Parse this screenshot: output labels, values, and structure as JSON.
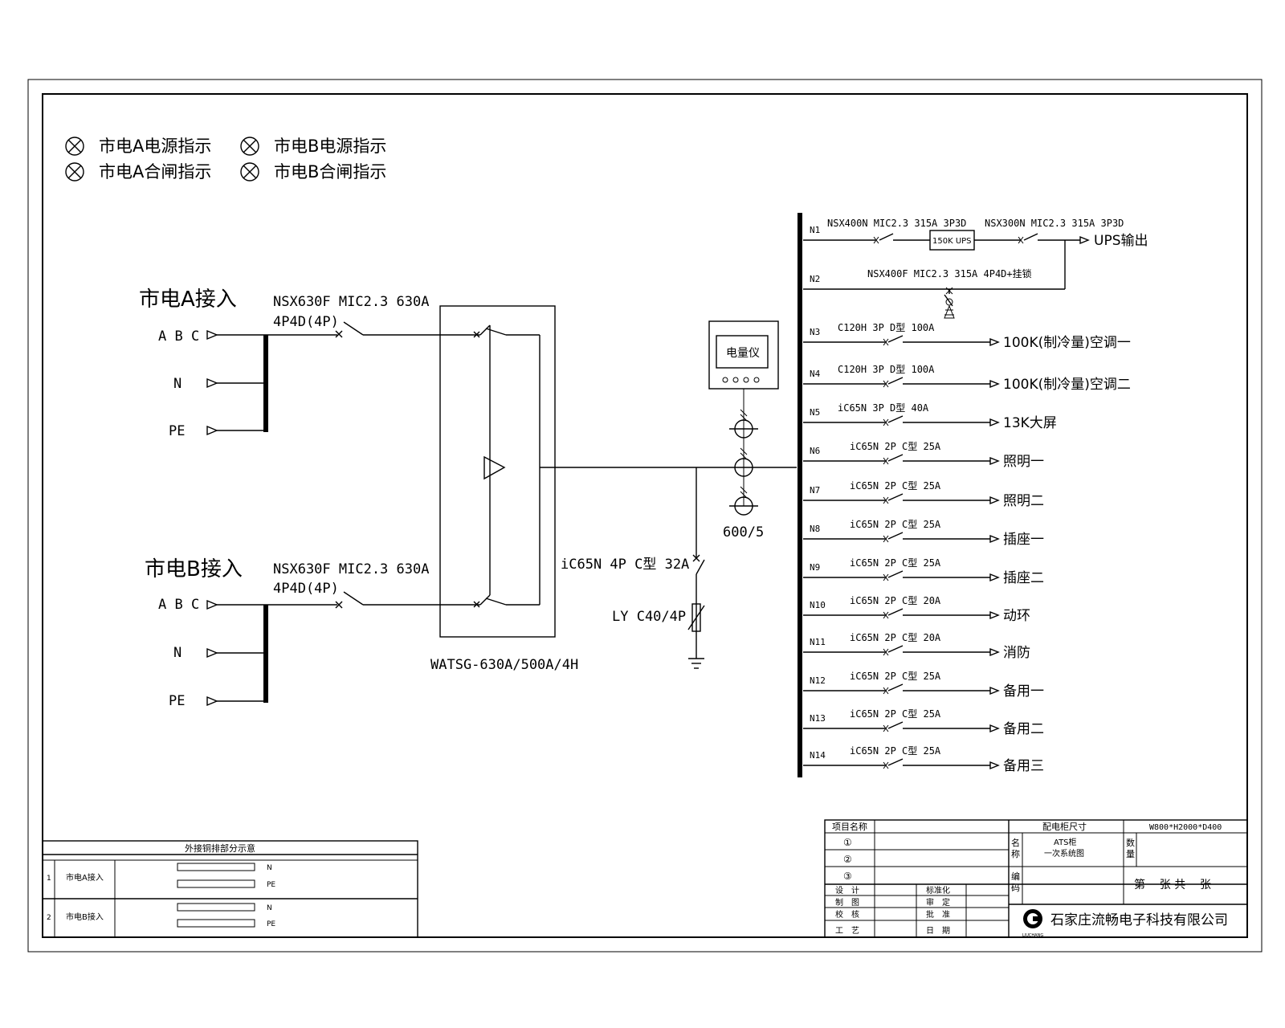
{
  "indicators": [
    "市电A电源指示",
    "市电B电源指示",
    "市电A合闸指示",
    "市电B合闸指示"
  ],
  "sources": [
    {
      "title": "市电A接入",
      "breaker_line1": "NSX630F MIC2.3 630A",
      "breaker_line2": "4P4D(4P)",
      "phases": [
        "A B C",
        "N",
        "PE"
      ]
    },
    {
      "title": "市电B接入",
      "breaker_line1": "NSX630F MIC2.3 630A",
      "breaker_line2": "4P4D(4P)",
      "phases": [
        "A B C",
        "N",
        "PE"
      ]
    }
  ],
  "ats": {
    "label": "WATSG-630A/500A/4H"
  },
  "meter": {
    "label": "电量仪",
    "ct_ratio": "600/5"
  },
  "spd": {
    "breaker": "iC65N 4P C型 32A",
    "arrester": "LY C40/4P"
  },
  "outgoing": [
    {
      "id": "N1",
      "breaker": "NSX400N MIC2.3 315A 3P3D",
      "breaker2": "NSX300N MIC2.3 315A 3P3D",
      "ups_box": "150K UPS",
      "load": "UPS输出"
    },
    {
      "id": "N2",
      "breaker": "NSX400F MIC2.3 315A 4P4D+挂锁",
      "load": ""
    },
    {
      "id": "N3",
      "breaker": "C120H 3P D型 100A",
      "load": "100K(制冷量)空调一"
    },
    {
      "id": "N4",
      "breaker": "C120H 3P D型 100A",
      "load": "100K(制冷量)空调二"
    },
    {
      "id": "N5",
      "breaker": "iC65N 3P D型 40A",
      "load": "13K大屏"
    },
    {
      "id": "N6",
      "breaker": "iC65N 2P C型 25A",
      "load": "照明一"
    },
    {
      "id": "N7",
      "breaker": "iC65N 2P C型 25A",
      "load": "照明二"
    },
    {
      "id": "N8",
      "breaker": "iC65N 2P C型 25A",
      "load": "插座一"
    },
    {
      "id": "N9",
      "breaker": "iC65N 2P C型 25A",
      "load": "插座二"
    },
    {
      "id": "N10",
      "breaker": "iC65N 2P C型 20A",
      "load": "动环"
    },
    {
      "id": "N11",
      "breaker": "iC65N 2P C型 20A",
      "load": "消防"
    },
    {
      "id": "N12",
      "breaker": "iC65N 2P C型 25A",
      "load": "备用一"
    },
    {
      "id": "N13",
      "breaker": "iC65N 2P C型 25A",
      "load": "备用二"
    },
    {
      "id": "N14",
      "breaker": "iC65N 2P C型 25A",
      "load": "备用三"
    }
  ],
  "copper_table": {
    "title": "外接铜排部分示意",
    "rows": [
      {
        "no": "1",
        "name": "市电A接入",
        "bars": [
          "N",
          "PE"
        ]
      },
      {
        "no": "2",
        "name": "市电B接入",
        "bars": [
          "N",
          "PE"
        ]
      }
    ]
  },
  "title_block": {
    "project_label": "项目名称",
    "cabinet_size_label": "配电柜尺寸",
    "cabinet_size": "W800*H2000*D400",
    "circled": [
      "①",
      "②",
      "③"
    ],
    "name_label": "名称",
    "drawing_name_1": "ATS柜",
    "drawing_name_2": "一次系统图",
    "qty_label": "数量",
    "code_label": "编码",
    "sheet_text": "第    张 共    张",
    "roles_left": [
      "设　计",
      "制　图",
      "校　核",
      "工　艺"
    ],
    "roles_right": [
      "标准化",
      "审　定",
      "批　准",
      "日　期"
    ],
    "company": "石家庄流畅电子科技有限公司",
    "logo_text": "LIUCHANG"
  }
}
